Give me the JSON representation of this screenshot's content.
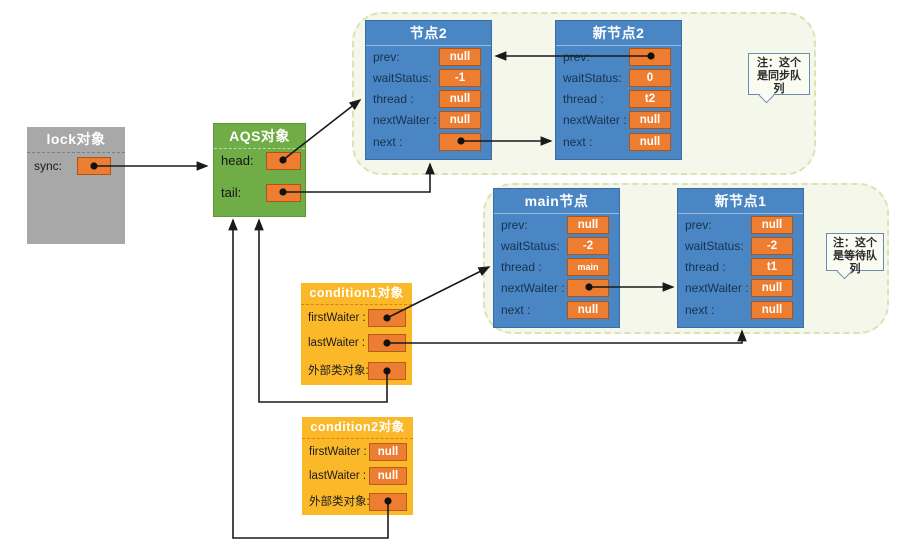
{
  "diagram": {
    "lock": {
      "title": "lock对象",
      "sync_label": "sync:"
    },
    "aqs": {
      "title": "AQS对象",
      "head_label": "head:",
      "tail_label": "tail:"
    },
    "node2": {
      "title": "节点2",
      "rows": [
        {
          "label": "prev:",
          "value": "null"
        },
        {
          "label": "waitStatus:",
          "value": "-1"
        },
        {
          "label": "thread :",
          "value": "null"
        },
        {
          "label": "nextWaiter :",
          "value": "null"
        },
        {
          "label": "next :",
          "value": ""
        }
      ]
    },
    "new_node2": {
      "title": "新节点2",
      "rows": [
        {
          "label": "prev:",
          "value": ""
        },
        {
          "label": "waitStatus:",
          "value": "0"
        },
        {
          "label": "thread :",
          "value": "t2"
        },
        {
          "label": "nextWaiter :",
          "value": "null"
        },
        {
          "label": "next :",
          "value": "null"
        }
      ]
    },
    "main_node": {
      "title": "main节点",
      "rows": [
        {
          "label": "prev:",
          "value": "null"
        },
        {
          "label": "waitStatus:",
          "value": "-2"
        },
        {
          "label": "thread :",
          "value": "main"
        },
        {
          "label": "nextWaiter :",
          "value": ""
        },
        {
          "label": "next :",
          "value": "null"
        }
      ]
    },
    "new_node1": {
      "title": "新节点1",
      "rows": [
        {
          "label": "prev:",
          "value": "null"
        },
        {
          "label": "waitStatus:",
          "value": "-2"
        },
        {
          "label": "thread :",
          "value": "t1"
        },
        {
          "label": "nextWaiter :",
          "value": "null"
        },
        {
          "label": "next :",
          "value": "null"
        }
      ]
    },
    "condition1": {
      "title": "condition1对象",
      "rows": [
        {
          "label": "firstWaiter :",
          "value": ""
        },
        {
          "label": "lastWaiter :",
          "value": ""
        },
        {
          "label": "外部类对象:",
          "value": ""
        }
      ]
    },
    "condition2": {
      "title": "condition2对象",
      "rows": [
        {
          "label": "firstWaiter :",
          "value": "null"
        },
        {
          "label": "lastWaiter :",
          "value": "null"
        },
        {
          "label": "外部类对象:",
          "value": ""
        }
      ]
    },
    "notes": {
      "sync_queue": "注：这个是同步队列",
      "wait_queue": "注：这个是等待队列"
    },
    "colors": {
      "node_blue": "#4a86c4",
      "value_orange": "#ed7d31",
      "aqs_green": "#70ad47",
      "lock_gray": "#a8a8a8",
      "condition_yellow": "#fbb829",
      "container_fill": "#f4f7ea",
      "container_border": "#d9e3b4",
      "arrow": "#1a1a1a"
    }
  }
}
